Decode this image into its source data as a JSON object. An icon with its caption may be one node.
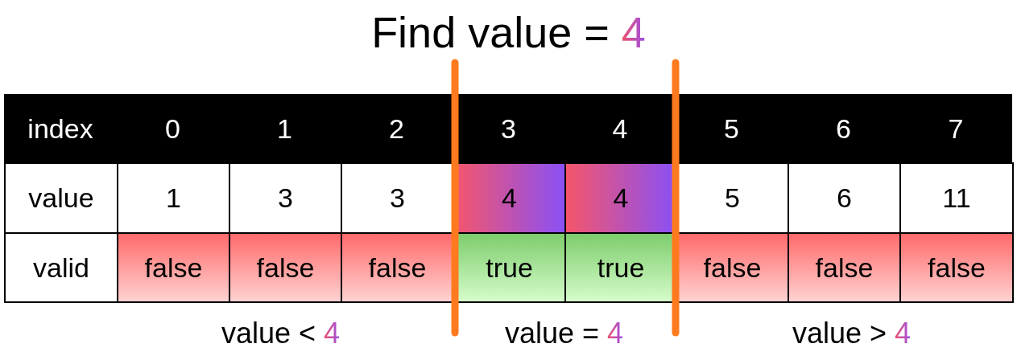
{
  "diagram": {
    "title": "Find value = 4",
    "labels": [
      "index",
      "0",
      "1",
      "2",
      "3",
      "4",
      "5",
      "6",
      "7",
      "value",
      "1",
      "3",
      "3",
      "4",
      "4",
      "5",
      "6",
      "11",
      "valid",
      "false",
      "false",
      "false",
      "true",
      "true",
      "false",
      "false",
      "false",
      "value < 4",
      "value = 4",
      "value > 4"
    ]
  }
}
